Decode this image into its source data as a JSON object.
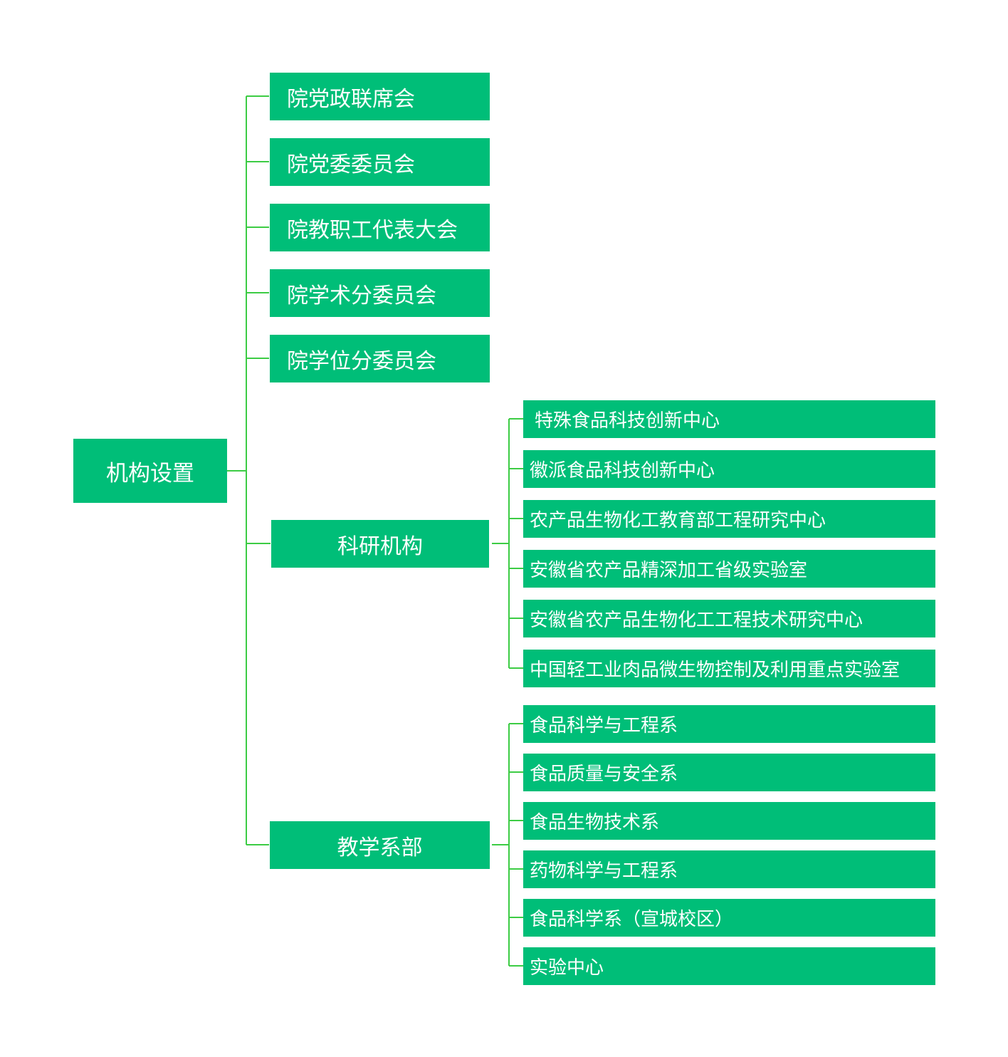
{
  "colors": {
    "box": "#00be78",
    "line": "#3ccc44",
    "text": "#ffffff"
  },
  "root": {
    "label": "机构设置"
  },
  "committees": [
    {
      "label": "院党政联席会"
    },
    {
      "label": "院党委委员会"
    },
    {
      "label": "院教职工代表大会"
    },
    {
      "label": "院学术分委员会"
    },
    {
      "label": "院学位分委员会"
    }
  ],
  "research": {
    "label": "科研机构",
    "children": [
      {
        "label": "特殊食品科技创新中心"
      },
      {
        "label": "徽派食品科技创新中心"
      },
      {
        "label": "农产品生物化工教育部工程研究中心"
      },
      {
        "label": "安徽省农产品精深加工省级实验室"
      },
      {
        "label": "安徽省农产品生物化工工程技术研究中心"
      },
      {
        "label": "中国轻工业肉品微生物控制及利用重点实验室"
      }
    ]
  },
  "teaching": {
    "label": "教学系部",
    "children": [
      {
        "label": "食品科学与工程系"
      },
      {
        "label": "食品质量与安全系"
      },
      {
        "label": "食品生物技术系"
      },
      {
        "label": "药物科学与工程系"
      },
      {
        "label": "食品科学系（宣城校区）"
      },
      {
        "label": "实验中心"
      }
    ]
  }
}
